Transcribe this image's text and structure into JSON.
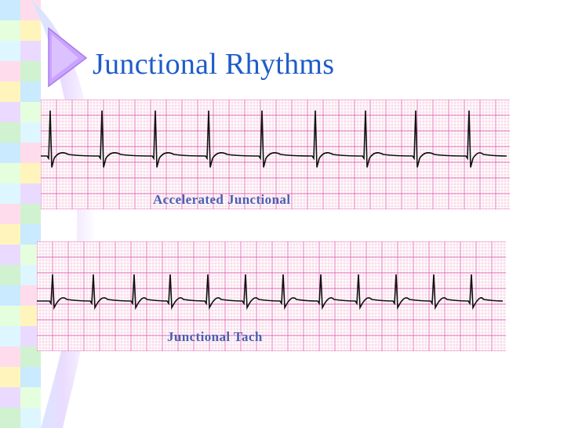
{
  "slide": {
    "title": "Junctional Rhythms"
  },
  "strips": [
    {
      "label": "Accelerated Junctional"
    },
    {
      "label": "Junctional Tach"
    }
  ],
  "colors": {
    "title": "#1f5cc9",
    "label": "#4a5fb0",
    "grid_minor": "#f2b6d6",
    "grid_major": "#e06ab0",
    "trace": "#111111"
  }
}
